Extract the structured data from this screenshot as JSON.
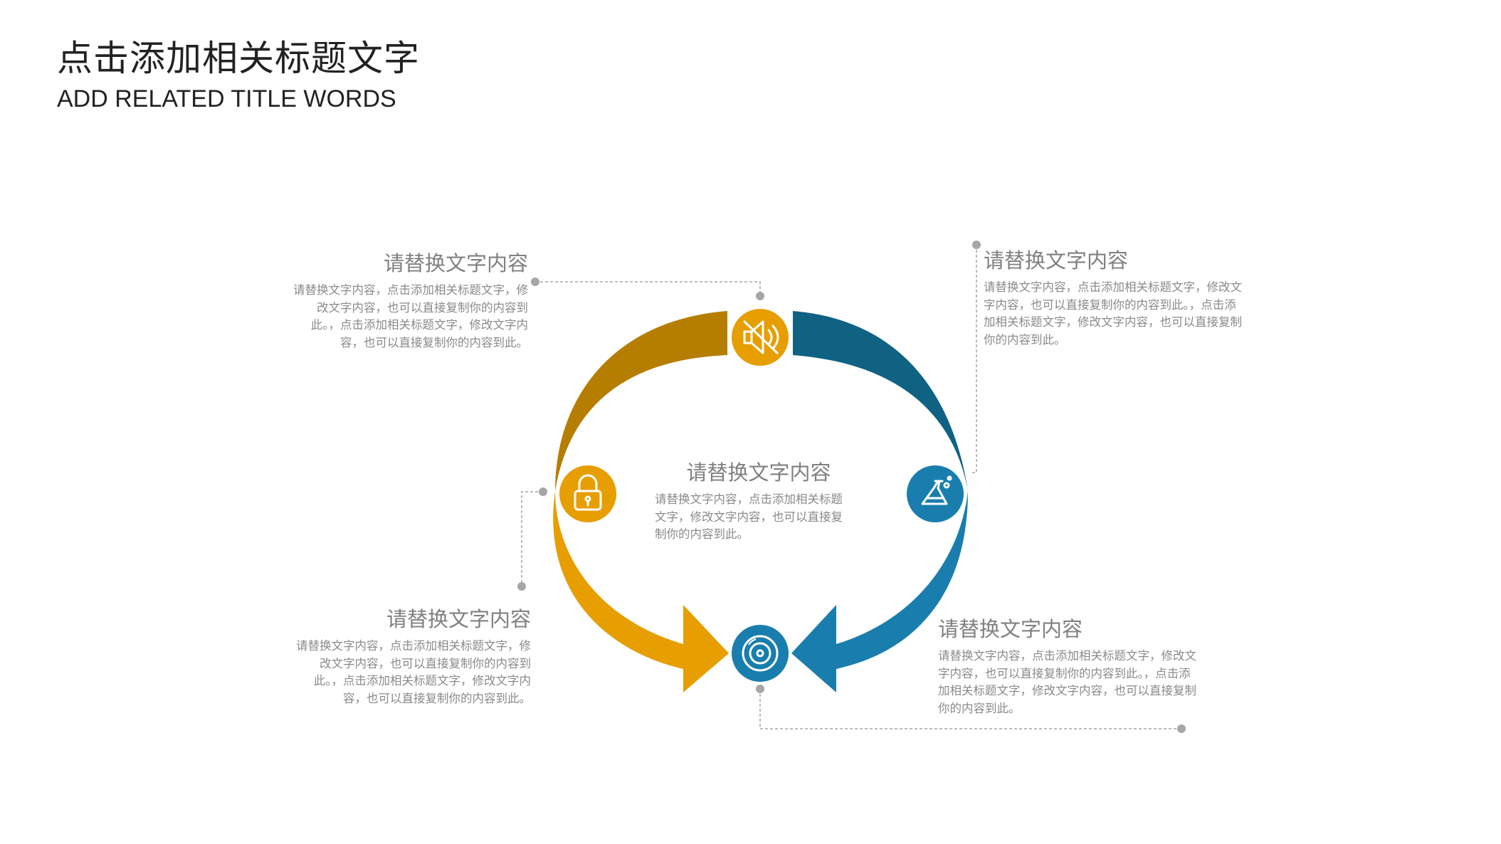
{
  "header": {
    "title": "点击添加相关标题文字",
    "subtitle": "ADD RELATED TITLE WORDS"
  },
  "colors": {
    "gold_dark": "#B67E00",
    "gold": "#E69E00",
    "blue_dark": "#0F6282",
    "blue": "#197EAD",
    "connector": "#A6A6A6",
    "text": "#808080"
  },
  "icons": {
    "top": "speaker-icon",
    "left": "padlock-icon",
    "right": "flask-icon",
    "bottom": "disc-icon"
  },
  "blocks": {
    "top_left": {
      "heading": "请替换文字内容",
      "lines": [
        "请替换文字内容，点击添加相关标题文字，修",
        "改文字内容，也可以直接复制你的内容到",
        "此。，点击添加相关标题文字，修改文字内",
        "容，也可以直接复制你的内容到此。"
      ]
    },
    "top_right": {
      "heading": "请替换文字内容",
      "lines": [
        "请替换文字内容，点击添加相关标题文字，修改文",
        "字内容，也可以直接复制你的内容到此。，点击添",
        "加相关标题文字，修改文字内容，也可以直接复制",
        "你的内容到此。"
      ]
    },
    "center": {
      "heading": "请替换文字内容",
      "lines": [
        "请替换文字内容，点击添加相关标题",
        "文字，修改文字内容，也可以直接复",
        "制你的内容到此。"
      ]
    },
    "bottom_left": {
      "heading": "请替换文字内容",
      "lines": [
        "请替换文字内容，点击添加相关标题文字，修",
        "改文字内容，也可以直接复制你的内容到",
        "此。，点击添加相关标题文字，修改文字内",
        "容，也可以直接复制你的内容到此。"
      ]
    },
    "bottom_right": {
      "heading": "请替换文字内容",
      "lines": [
        "请替换文字内容，点击添加相关标题文字，修改文",
        "字内容，也可以直接复制你的内容到此。，点击添",
        "加相关标题文字，修改文字内容，也可以直接复制",
        "你的内容到此。"
      ]
    }
  }
}
